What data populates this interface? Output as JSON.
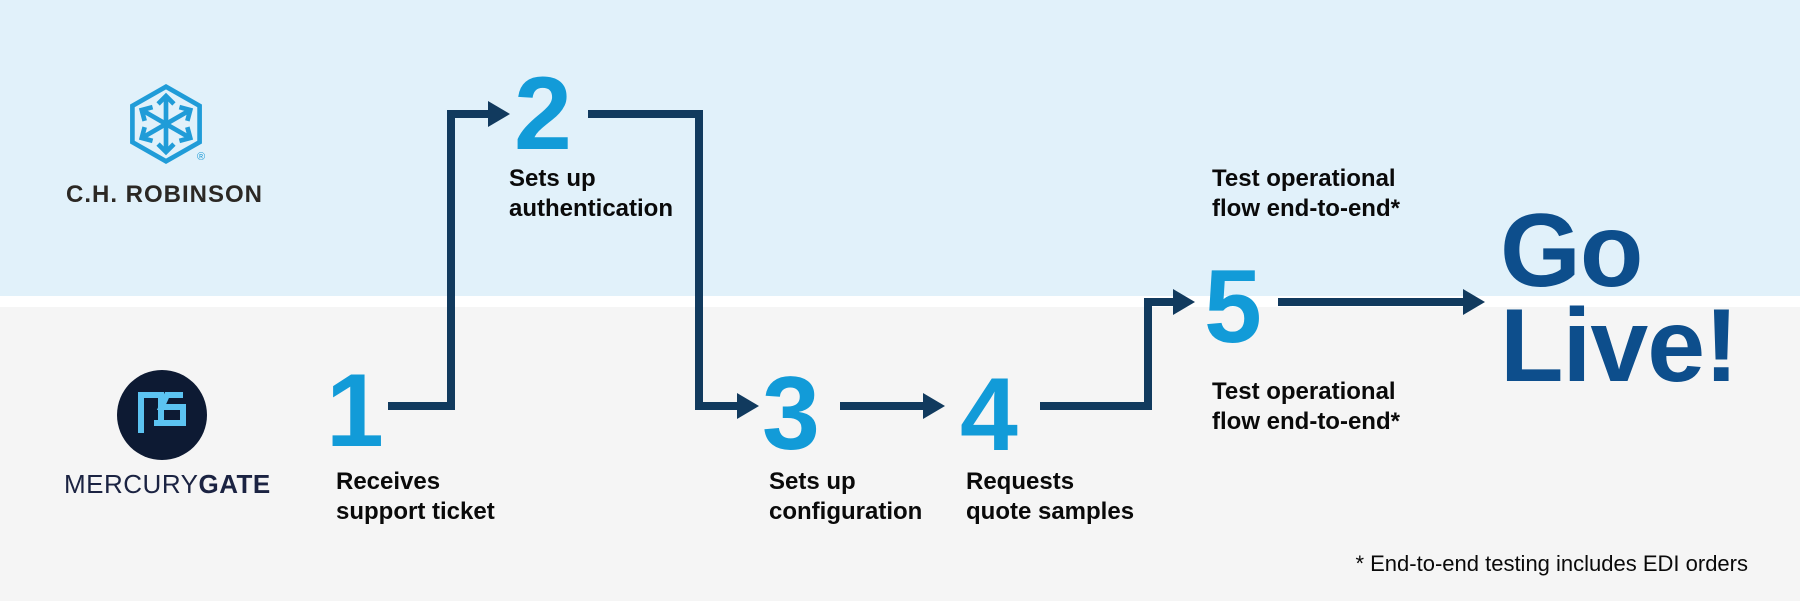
{
  "palette": {
    "band_top_bg": "#e1f1fa",
    "band_bottom_bg": "#f5f5f5",
    "separator": "#ffffff",
    "step_number": "#129bd8",
    "connector": "#113a5e",
    "label_text": "#0a0a0a",
    "go_live": "#0d4e8c",
    "chr_logo_blue": "#209cd8",
    "chr_wordmark": "#2b2824",
    "mg_circle": "#0d1a33",
    "mg_monogram": "#5cc3f1",
    "mg_wordmark": "#1b2342"
  },
  "lanes": {
    "top": {
      "brand_wordmark": "C.H. ROBINSON",
      "registered_mark": "®",
      "logo_icon": "ch-robinson-hexagon-cube-arrows-logo"
    },
    "bottom": {
      "brand_wordmark_regular": "MERCURY",
      "brand_wordmark_bold": "GATE",
      "logo_icon": "mercurygate-mg-monogram-logo"
    }
  },
  "steps": [
    {
      "number": "1",
      "lane": "bottom",
      "label_line1": "Receives",
      "label_line2": "support ticket"
    },
    {
      "number": "2",
      "lane": "top",
      "label_line1": "Sets up",
      "label_line2": "authentication"
    },
    {
      "number": "3",
      "lane": "bottom",
      "label_line1": "Sets up",
      "label_line2": "configuration"
    },
    {
      "number": "4",
      "lane": "bottom",
      "label_line1": "Requests",
      "label_line2": "quote samples"
    },
    {
      "number": "5",
      "lane": "both",
      "label_top_line1": "Test operational",
      "label_top_line2": "flow end-to-end*",
      "label_bottom_line1": "Test operational",
      "label_bottom_line2": "flow end-to-end*"
    }
  ],
  "outcome": {
    "line1": "Go",
    "line2": "Live!"
  },
  "footnote": "* End-to-end testing includes EDI orders"
}
